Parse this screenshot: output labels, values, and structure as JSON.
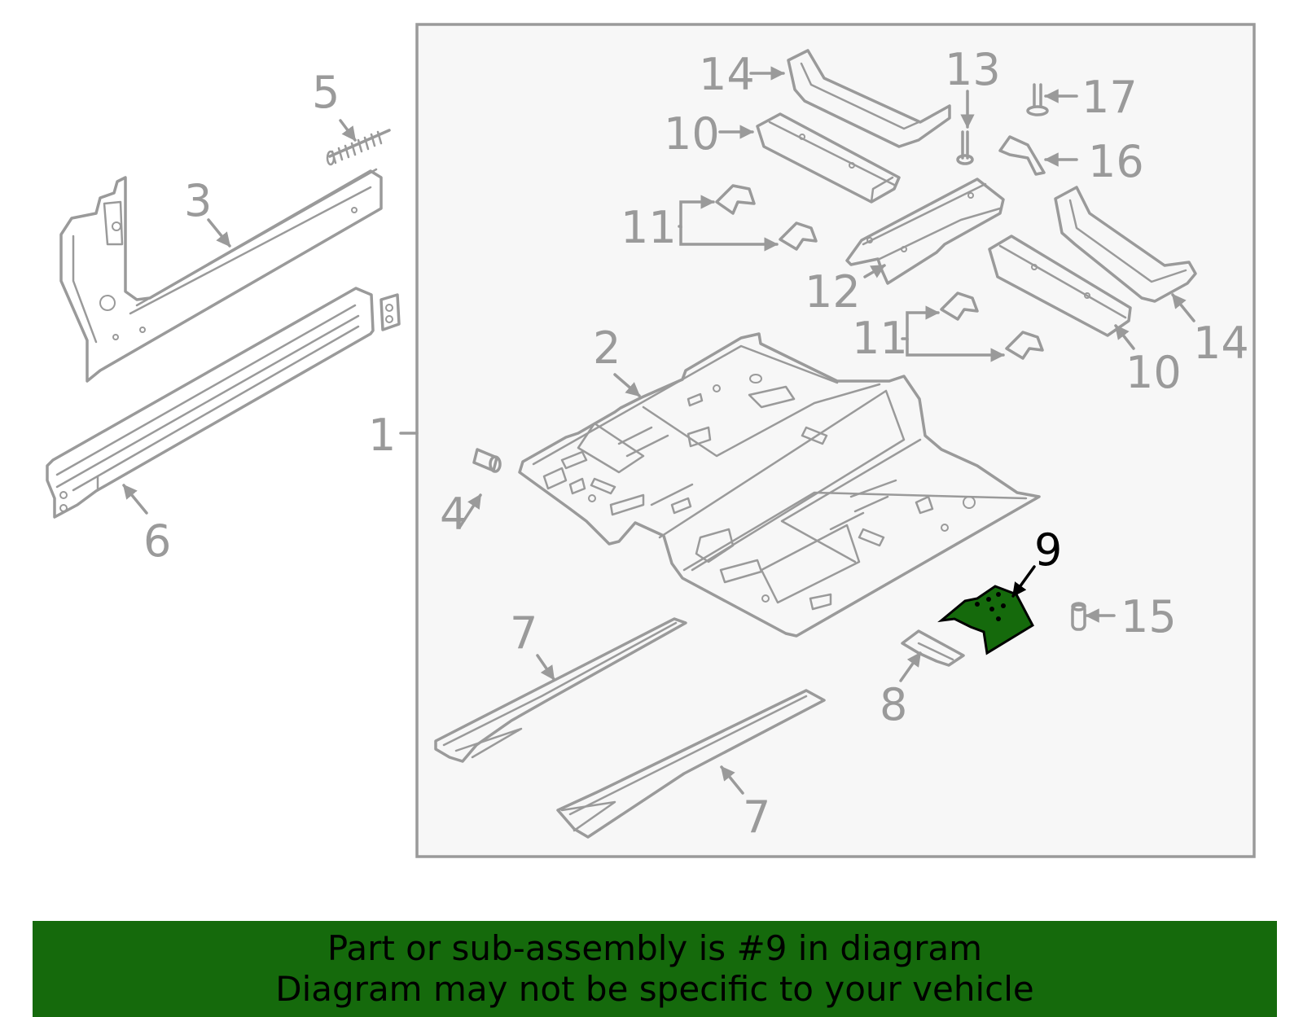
{
  "callouts": {
    "c1": "1",
    "c2": "2",
    "c3": "3",
    "c4": "4",
    "c5": "5",
    "c6": "6",
    "c7a": "7",
    "c7b": "7",
    "c8": "8",
    "c9": "9",
    "c10a": "10",
    "c10b": "10",
    "c11a": "11",
    "c11b": "11",
    "c12": "12",
    "c13": "13",
    "c14a": "14",
    "c14b": "14",
    "c15": "15",
    "c16": "16",
    "c17": "17"
  },
  "highlight": {
    "part_number": "9",
    "color": "#156a0c"
  },
  "banner": {
    "line1": "Part or sub-assembly is #9 in diagram",
    "line2": "Diagram may not be specific to your vehicle",
    "background": "#156a0c"
  },
  "colors": {
    "line": "#9a9a9a",
    "box_fill": "#f7f7f7",
    "highlight_outline": "#000000"
  }
}
